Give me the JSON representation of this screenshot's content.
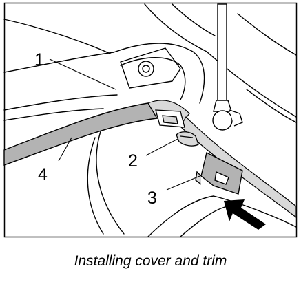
{
  "callouts": {
    "c1": "1",
    "c2": "2",
    "c3": "3",
    "c4": "4"
  },
  "caption": "Installing cover and trim",
  "colors": {
    "line": "#000000",
    "trim": "#b3b3b3",
    "shade": "#d9d9d9",
    "background": "#ffffff"
  }
}
